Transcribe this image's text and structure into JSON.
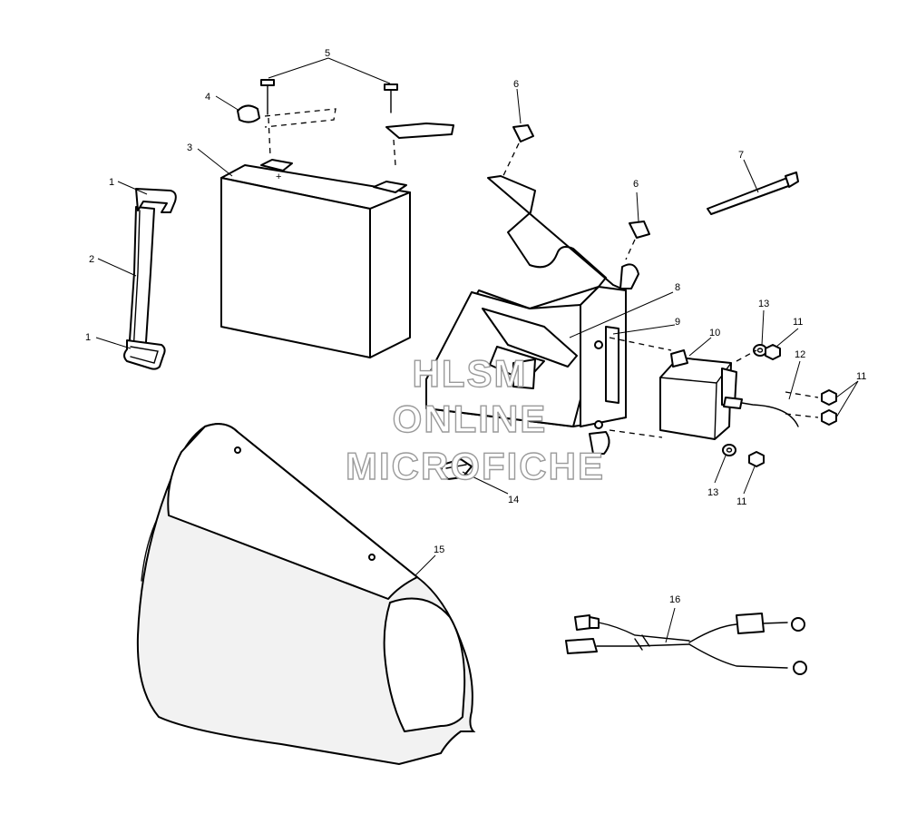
{
  "watermark": {
    "line1": "HLSM",
    "line2": "ONLINE",
    "line3": "MICROFICHE"
  },
  "callouts": [
    {
      "id": "c1a",
      "text": "1"
    },
    {
      "id": "c1b",
      "text": "1"
    },
    {
      "id": "c2",
      "text": "2"
    },
    {
      "id": "c3",
      "text": "3"
    },
    {
      "id": "c4",
      "text": "4"
    },
    {
      "id": "c5",
      "text": "5"
    },
    {
      "id": "c6a",
      "text": "6"
    },
    {
      "id": "c6b",
      "text": "6"
    },
    {
      "id": "c7",
      "text": "7"
    },
    {
      "id": "c8",
      "text": "8"
    },
    {
      "id": "c9",
      "text": "9"
    },
    {
      "id": "c10",
      "text": "10"
    },
    {
      "id": "c11a",
      "text": "11"
    },
    {
      "id": "c11b",
      "text": "11"
    },
    {
      "id": "c11c",
      "text": "11"
    },
    {
      "id": "c12",
      "text": "12"
    },
    {
      "id": "c13a",
      "text": "13"
    },
    {
      "id": "c13b",
      "text": "13"
    },
    {
      "id": "c14",
      "text": "14"
    },
    {
      "id": "c15",
      "text": "15"
    },
    {
      "id": "c16",
      "text": "16"
    }
  ],
  "battery_polarity_mark": "+"
}
